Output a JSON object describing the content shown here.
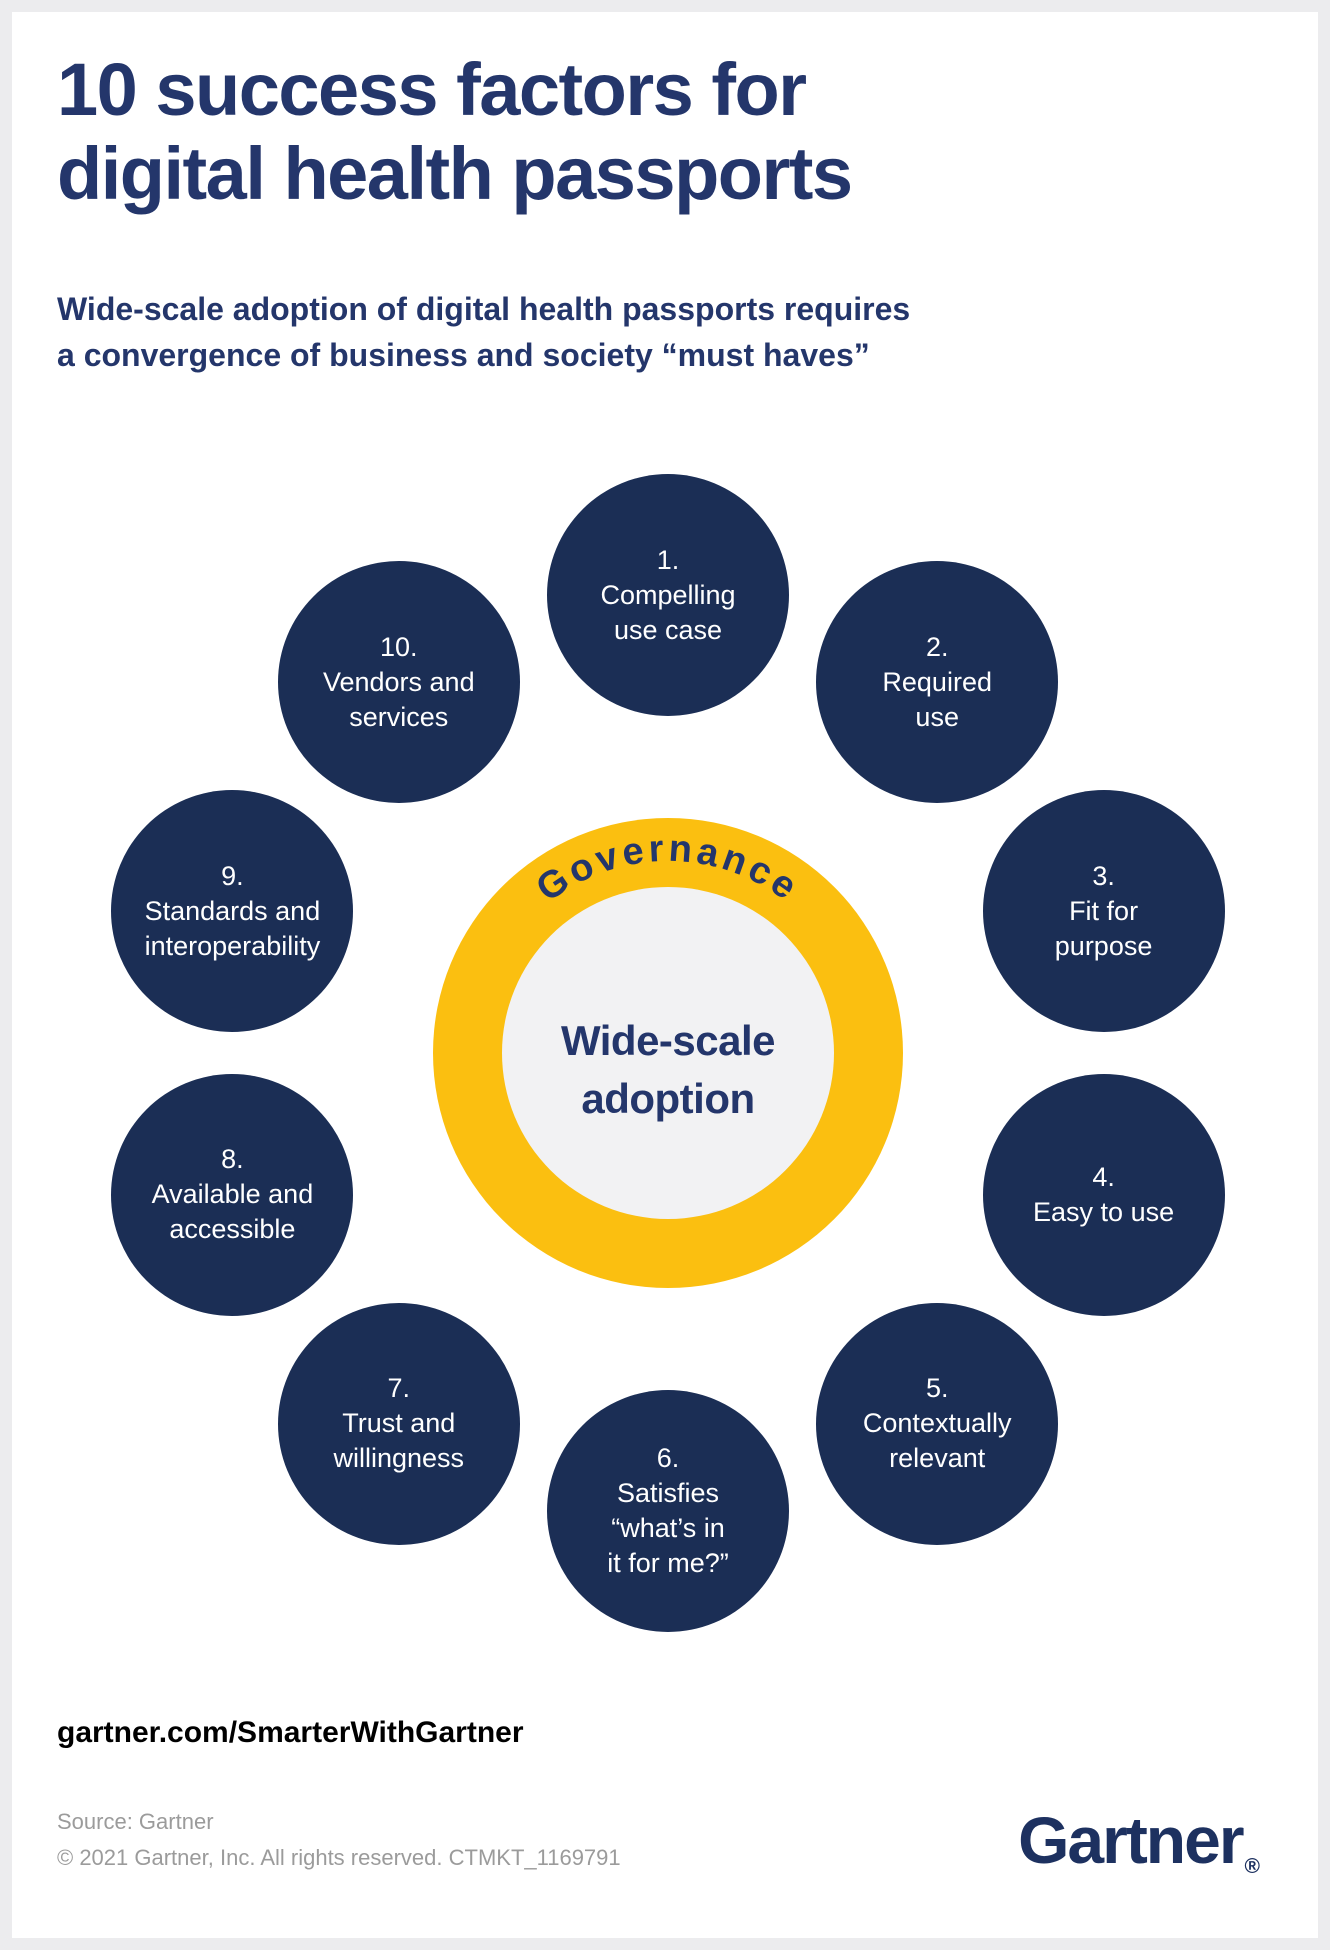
{
  "header": {
    "title_lines": [
      "10 success factors for",
      "digital health passports"
    ],
    "subtitle_lines": [
      "Wide-scale adoption of digital health passports requires",
      "a convergence of business and society “must haves”"
    ]
  },
  "diagram": {
    "ring_label": "Governance",
    "center_label_lines": [
      "Wide-scale",
      "adoption"
    ],
    "factors": [
      {
        "number": "1.",
        "lines": [
          "Compelling",
          "use case"
        ]
      },
      {
        "number": "2.",
        "lines": [
          "Required",
          "use"
        ]
      },
      {
        "number": "3.",
        "lines": [
          "Fit for",
          "purpose"
        ]
      },
      {
        "number": "4.",
        "lines": [
          "Easy to use"
        ]
      },
      {
        "number": "5.",
        "lines": [
          "Contextually",
          "relevant"
        ]
      },
      {
        "number": "6.",
        "lines": [
          "Satisfies",
          "“what’s in",
          "it for me?”"
        ]
      },
      {
        "number": "7.",
        "lines": [
          "Trust and",
          "willingness"
        ]
      },
      {
        "number": "8.",
        "lines": [
          "Available and",
          "accessible"
        ]
      },
      {
        "number": "9.",
        "lines": [
          "Standards and",
          "interoperability"
        ]
      },
      {
        "number": "10.",
        "lines": [
          "Vendors and",
          "services"
        ]
      }
    ]
  },
  "footer": {
    "url": "gartner.com/SmarterWithGartner",
    "source": "Source: Gartner",
    "copyright": "© 2021 Gartner, Inc. All rights reserved. CTMKT_1169791",
    "logo_text": "Gartner",
    "registered_mark": "®"
  },
  "colors": {
    "navy_circle": "#1B2E55",
    "navy_title": "#24366B",
    "yellow": "#FBBF10",
    "inner_circle": "#F2F2F3",
    "page_frame": "#ECECEE",
    "footer_grey": "#9B9B9B",
    "url_black": "#000000",
    "logo_navy": "#1D3160"
  }
}
